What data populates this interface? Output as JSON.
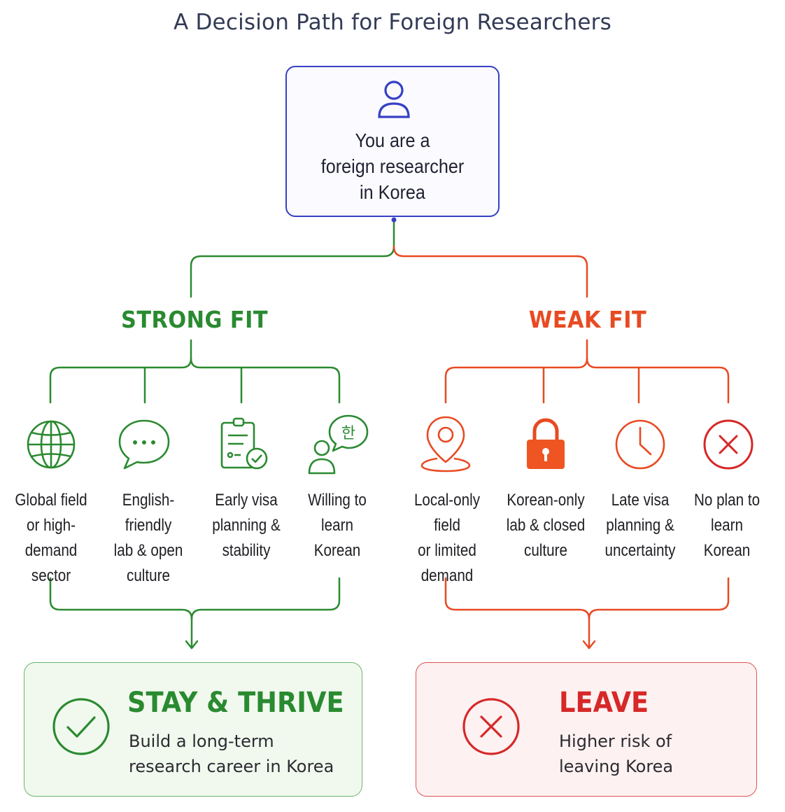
{
  "title": "A Decision Path for Foreign Researchers",
  "root": {
    "text": "You are a\nforeign researcher\nin Korea",
    "icon": "person-icon",
    "color": "#3640c4"
  },
  "branches": {
    "strong": {
      "label": "STRONG FIT",
      "color": "#2a8a30",
      "factors": [
        {
          "text": "Global field\nor high-demand\nsector",
          "icon": "globe-icon"
        },
        {
          "text": "English-friendly\nlab & open\nculture",
          "icon": "chat-bubble-icon"
        },
        {
          "text": "Early visa\nplanning &\nstability",
          "icon": "clipboard-check-icon"
        },
        {
          "text": "Willing to\nlearn\nKorean",
          "icon": "person-speech-korean-icon",
          "icon_glyph": "한"
        }
      ]
    },
    "weak": {
      "label": "WEAK FIT",
      "color": "#e84a22",
      "factors": [
        {
          "text": "Local-only field\nor limited\ndemand",
          "icon": "map-pin-icon"
        },
        {
          "text": "Korean-only\nlab & closed\nculture",
          "icon": "padlock-icon"
        },
        {
          "text": "Late visa\nplanning &\nuncertainty",
          "icon": "clock-icon"
        },
        {
          "text": "No plan to\nlearn\nKorean",
          "icon": "x-circle-icon"
        }
      ]
    }
  },
  "outcomes": {
    "stay": {
      "title": "STAY & THRIVE",
      "description": "Build a long-term\nresearch career in Korea",
      "icon": "check-circle-icon",
      "color": "#2a8a30"
    },
    "leave": {
      "title": "LEAVE",
      "description": "Higher risk of\nleaving Korea",
      "icon": "x-circle-icon",
      "color": "#d62828"
    }
  }
}
